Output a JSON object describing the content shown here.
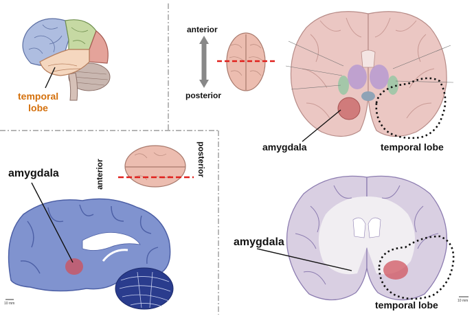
{
  "panels": {
    "lateral": {
      "label_line1": "temporal",
      "label_line2": "lobe",
      "label_color": "#d4700c"
    },
    "coronal_illustration": {
      "dir_top": "anterior",
      "dir_bottom": "posterior",
      "amygdala_label": "amygdala",
      "temporal_label": "temporal lobe"
    },
    "sagittal_section": {
      "amygdala_label": "amygdala",
      "dir_left": "anterior",
      "dir_right": "posterior",
      "scale": "10 mm"
    },
    "coronal_section": {
      "amygdala_label": "amygdala",
      "temporal_label": "temporal lobe",
      "scale": "10 mm"
    }
  },
  "colors": {
    "cut_line": "#e0201c",
    "amygdala_highlight": "#d0505a",
    "nissl_stain": "#6b7fc4",
    "section_tissue": "#d9cfe2",
    "illustration_tissue": "#ebc7c3"
  }
}
